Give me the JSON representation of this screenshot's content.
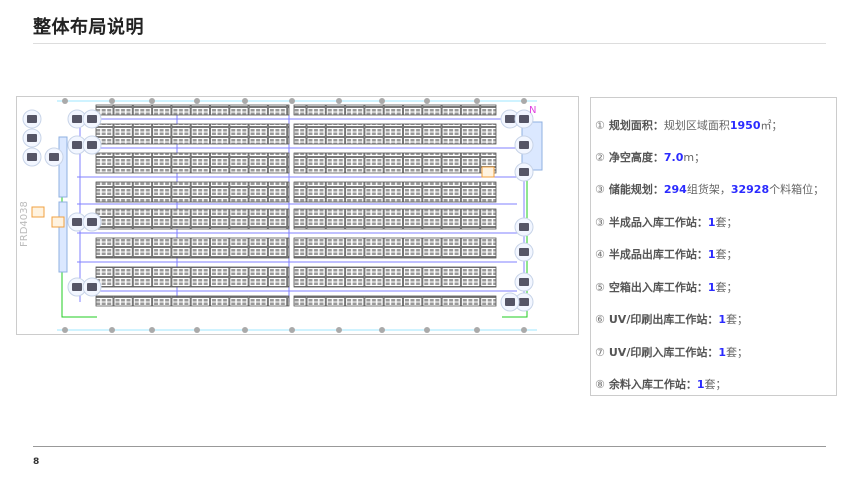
{
  "header": {
    "title": "整体布局说明"
  },
  "footer": {
    "page_number": "8"
  },
  "drawing": {
    "side_label": "FRD4038",
    "north_label": "N",
    "rack_rows": 8
  },
  "colors": {
    "accent": "#2b2bff",
    "aisle": "#8080ff",
    "conveyor": "#22cc22",
    "rack": "#555555"
  },
  "items": [
    {
      "num": "①",
      "label": "规划面积：",
      "pre": "规划区域面积",
      "value": "1950",
      "post": "㎡；"
    },
    {
      "num": "②",
      "label": "净空高度：",
      "pre": "",
      "value": "7.0",
      "post": "m；"
    },
    {
      "num": "③",
      "label": "储能规划：",
      "pre": "",
      "value": "294",
      "post": "组货架，",
      "value2": "32928",
      "post2": "个料箱位；"
    },
    {
      "num": "③",
      "label": "半成品入库工作站：",
      "pre": "",
      "value": "1",
      "post": "套；"
    },
    {
      "num": "④",
      "label": "半成品出库工作站：",
      "pre": "",
      "value": "1",
      "post": "套；"
    },
    {
      "num": "⑤",
      "label": "空箱出入库工作站：",
      "pre": "",
      "value": "1",
      "post": "套；"
    },
    {
      "num": "⑥",
      "label": "UV/印刷出库工作站：",
      "pre": "",
      "value": "1",
      "post": "套；"
    },
    {
      "num": "⑦",
      "label": "UV/印刷入库工作站：",
      "pre": "",
      "value": "1",
      "post": "套；"
    },
    {
      "num": "⑧",
      "label": "余料入库工作站：",
      "pre": "",
      "value": "1",
      "post": "套；"
    }
  ]
}
